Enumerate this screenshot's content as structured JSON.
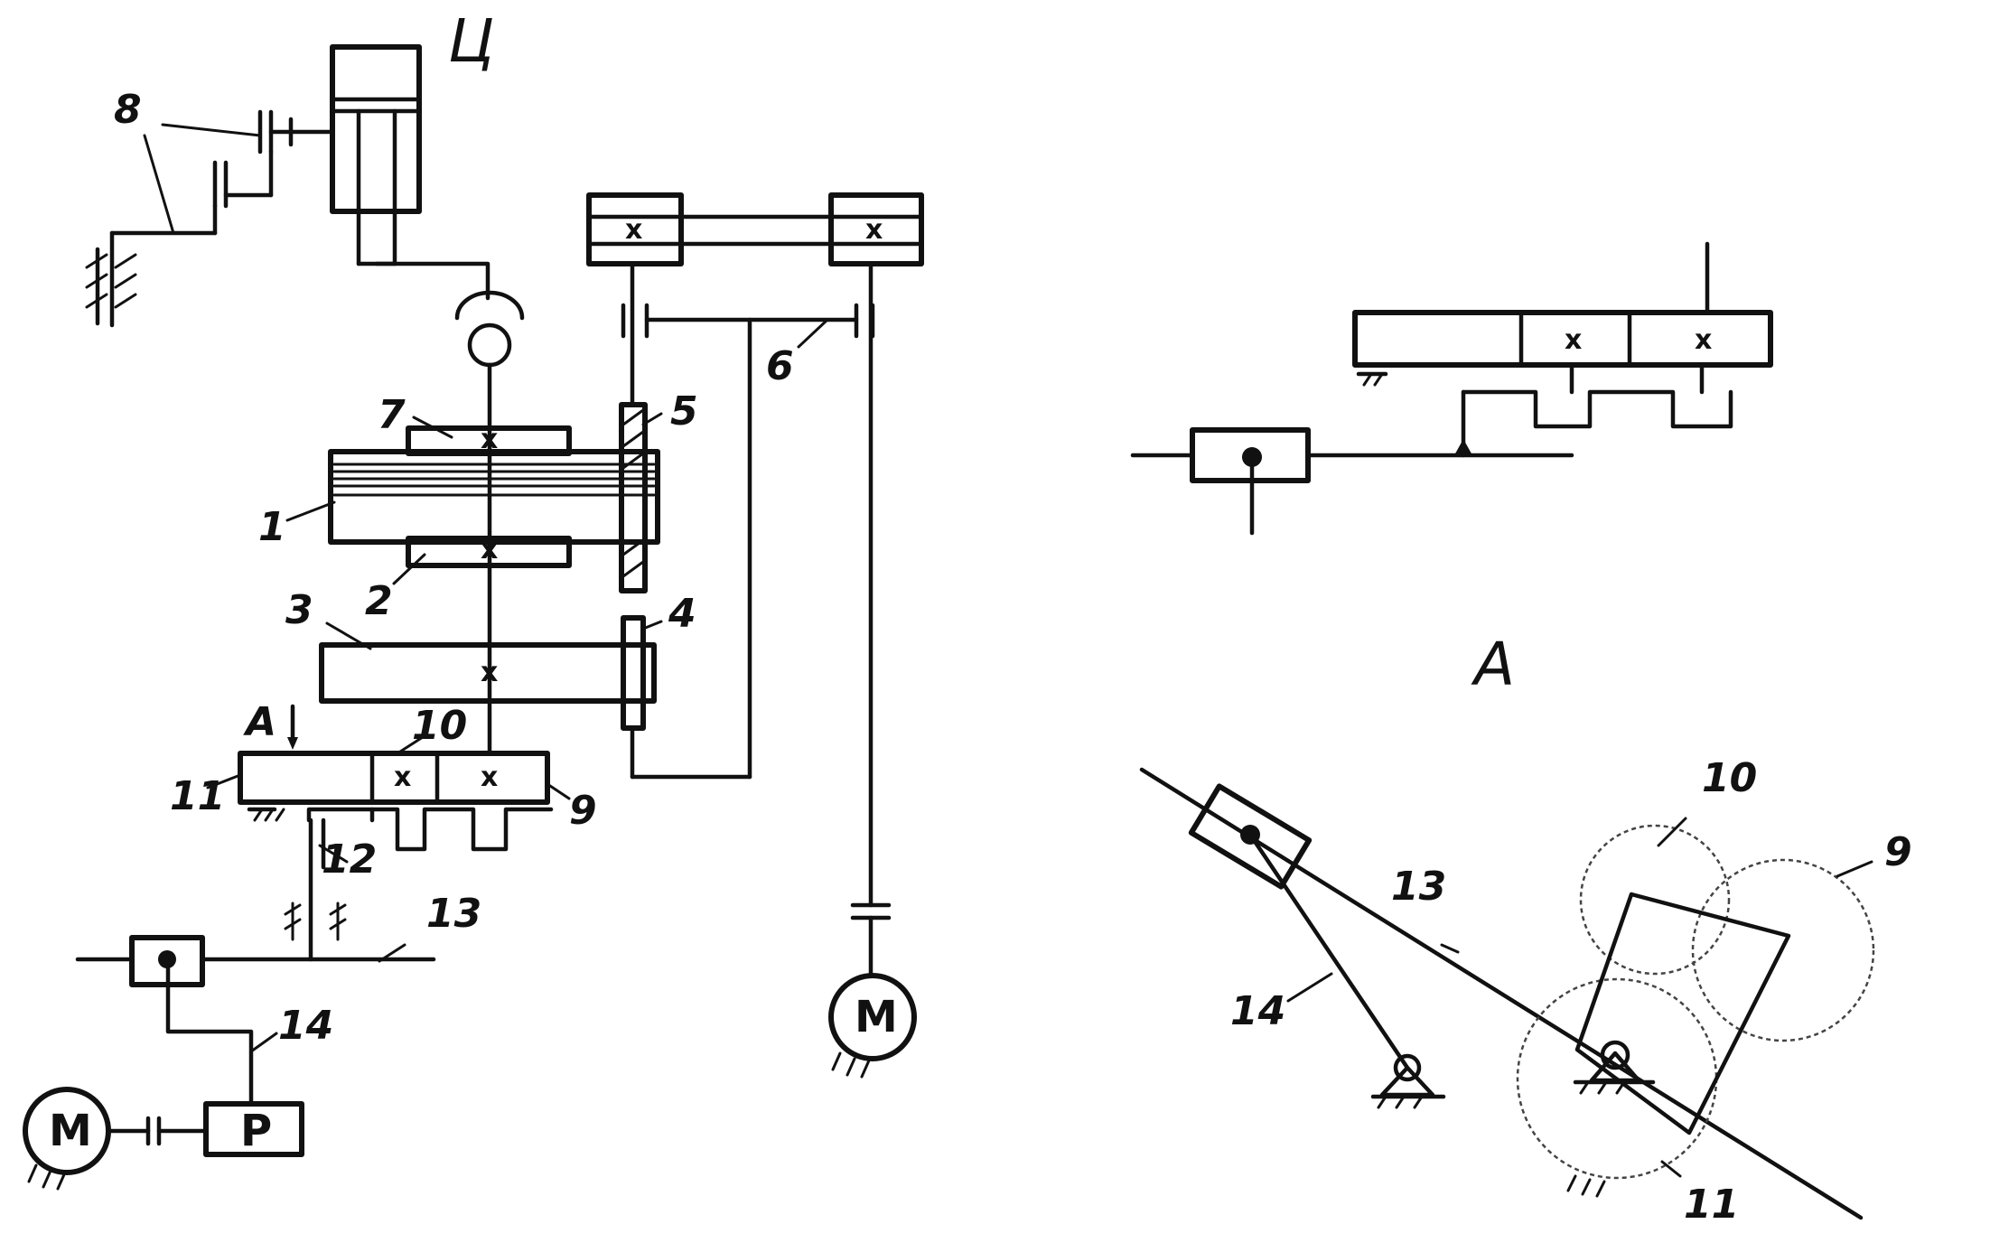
{
  "labels": {
    "cylinder": "Ц",
    "n1": "1",
    "n2": "2",
    "n3": "3",
    "n4": "4",
    "n5": "5",
    "n6": "6",
    "n7": "7",
    "n8": "8",
    "n9": "9",
    "n10": "10",
    "n11": "11",
    "n12": "12",
    "n13": "13",
    "n14": "14",
    "view_arrow": "A",
    "view_title": "A",
    "view_n9": "9",
    "view_n10": "10",
    "view_n11": "11",
    "view_n13": "13",
    "view_n14": "14"
  },
  "symbols": {
    "motor": "M",
    "reducer": "P",
    "bearing_mark": "x"
  }
}
